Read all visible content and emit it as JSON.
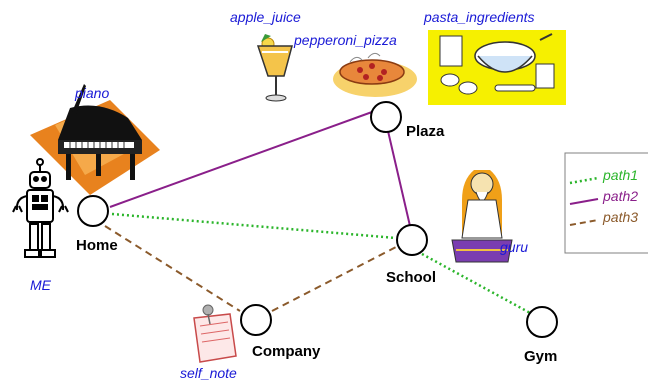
{
  "nodes": {
    "home": {
      "label": "Home"
    },
    "plaza": {
      "label": "Plaza"
    },
    "school": {
      "label": "School"
    },
    "company": {
      "label": "Company"
    },
    "gym": {
      "label": "Gym"
    }
  },
  "objects": {
    "me": {
      "label": "ME",
      "icon": "robot-icon"
    },
    "piano": {
      "label": "piano",
      "icon": "grand-piano-icon"
    },
    "apple_juice": {
      "label": "apple_juice",
      "icon": "juice-glass-icon"
    },
    "pepperoni_pizza": {
      "label": "pepperoni_pizza",
      "icon": "pizza-icon"
    },
    "pasta_ingredients": {
      "label": "pasta_ingredients",
      "icon": "ingredients-icon"
    },
    "guru": {
      "label": "guru",
      "icon": "guru-icon"
    },
    "self_note": {
      "label": "self_note",
      "icon": "note-icon"
    }
  },
  "legend": {
    "path1": {
      "label": "path1",
      "color": "#2bb52b",
      "style": "dotted"
    },
    "path2": {
      "label": "path2",
      "color": "#8a1f8a",
      "style": "solid"
    },
    "path3": {
      "label": "path3",
      "color": "#8b5a2b",
      "style": "dashed"
    }
  },
  "edges": [
    {
      "path": "path2",
      "from": "home",
      "to": "plaza"
    },
    {
      "path": "path2",
      "from": "plaza",
      "to": "school"
    },
    {
      "path": "path1",
      "from": "home",
      "to": "school"
    },
    {
      "path": "path1",
      "from": "school",
      "to": "gym"
    },
    {
      "path": "path3",
      "from": "home",
      "to": "company"
    },
    {
      "path": "path3",
      "from": "company",
      "to": "school"
    }
  ],
  "colors": {
    "object_label": "#1a1ad6",
    "node_stroke": "#000000"
  }
}
